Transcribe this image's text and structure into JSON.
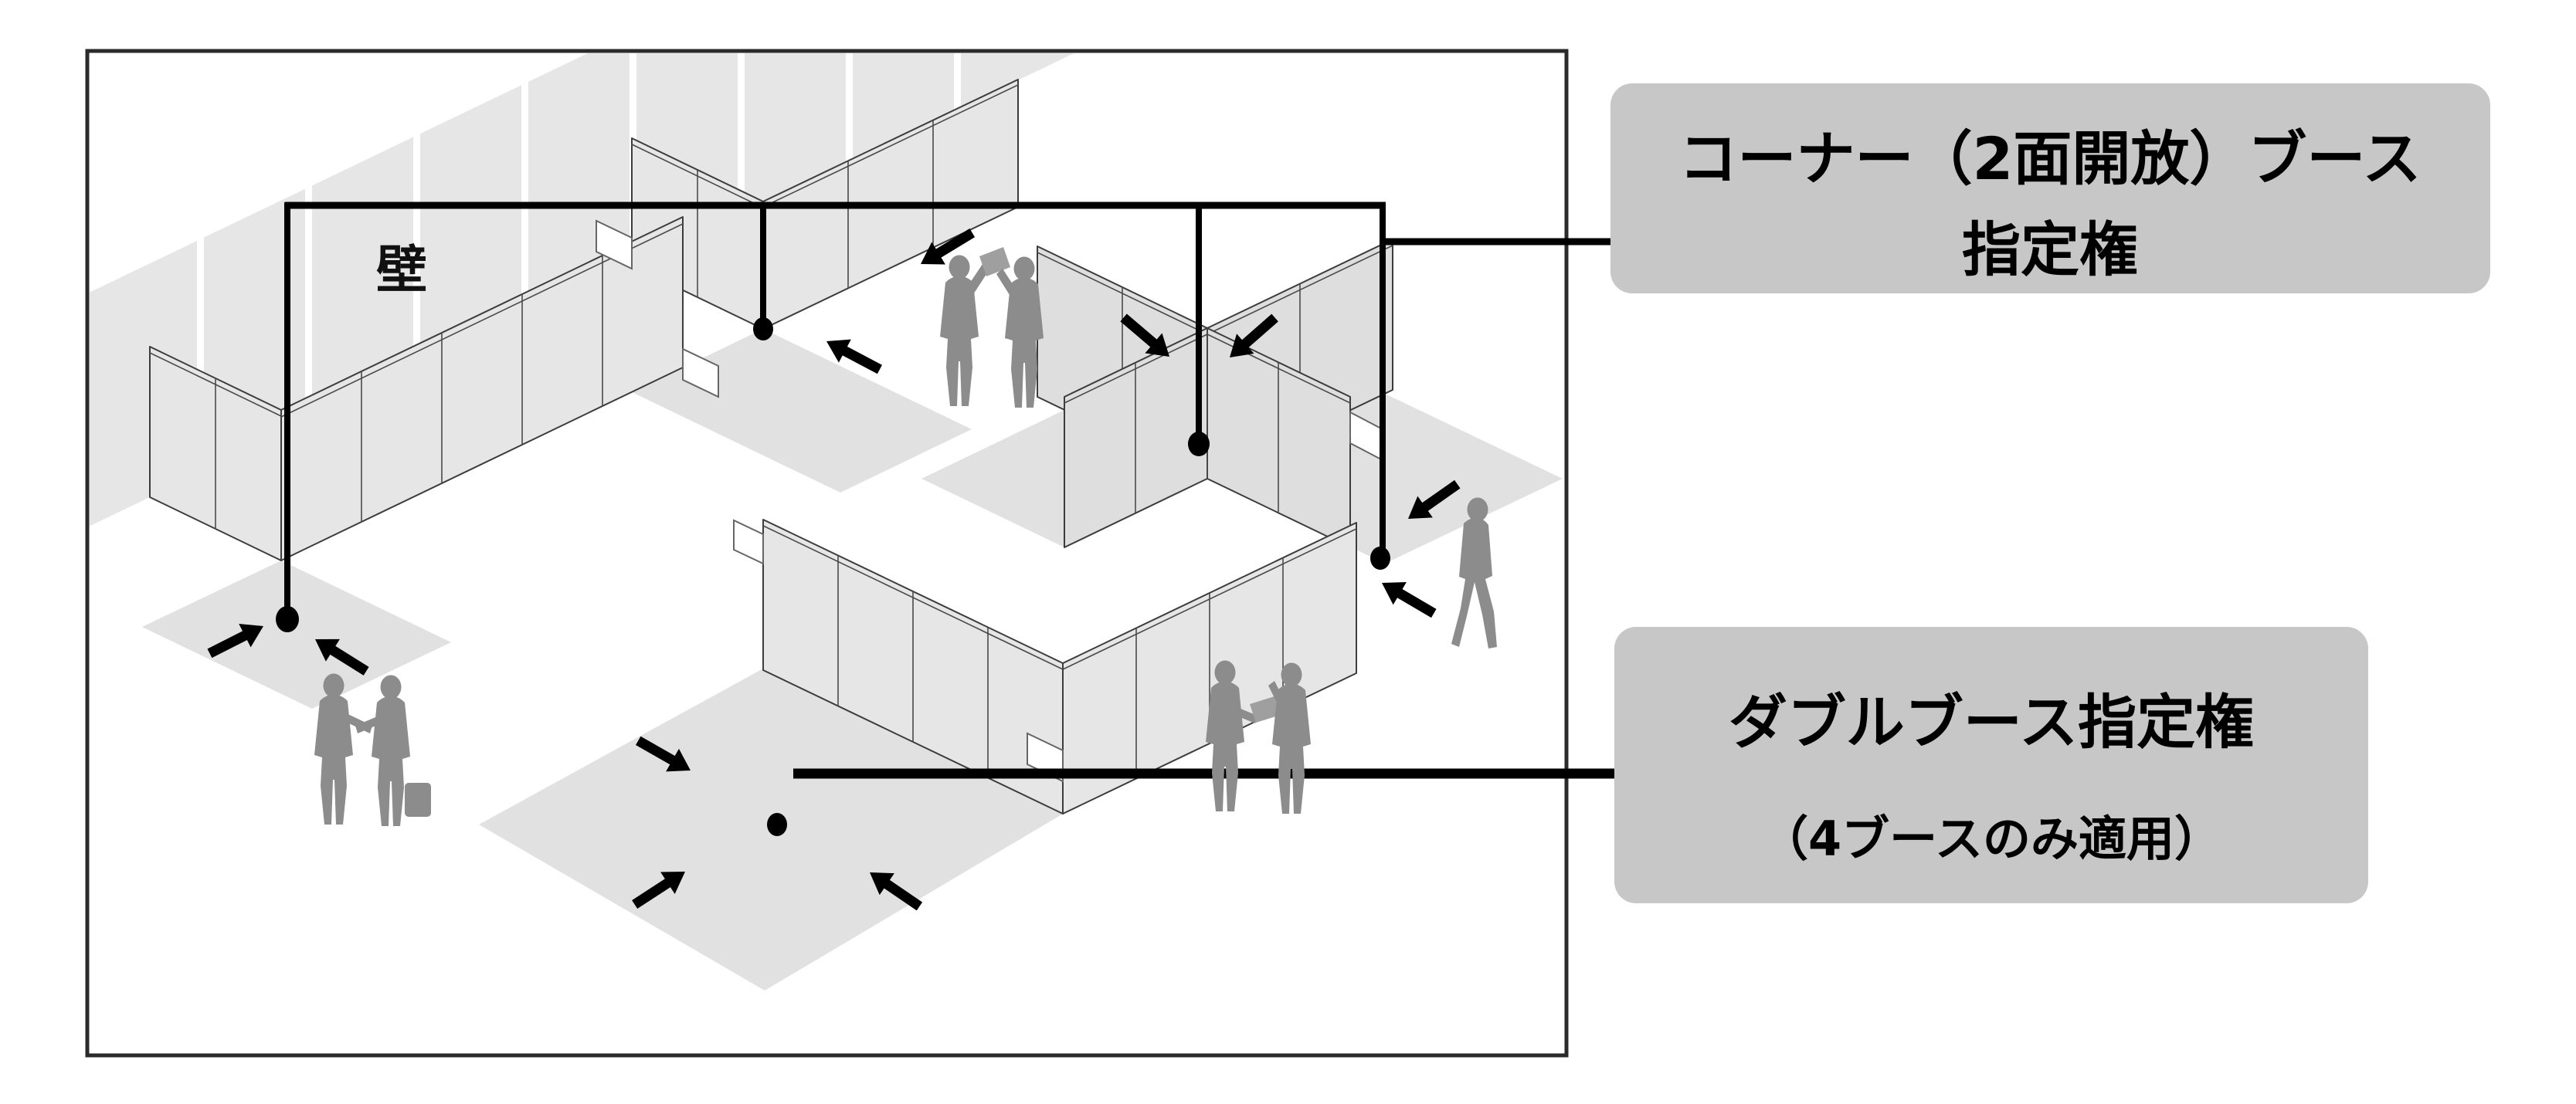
{
  "figure": {
    "wall_label": "壁",
    "boxes": {
      "corner": {
        "line1": "コーナー（2面開放）ブース",
        "line2": "指定権"
      },
      "double": {
        "line1": "ダブルブース指定権",
        "line2": "（4ブースのみ適用）"
      }
    },
    "colors": {
      "label_box_bg": "#c7c7c7",
      "wall_fill": "#e6e6e6",
      "floor_fill": "#e1e1e1",
      "silhouette": "#8c8c8c",
      "callout_line": "#000000",
      "diagram_border": "#2b2b2b"
    }
  }
}
